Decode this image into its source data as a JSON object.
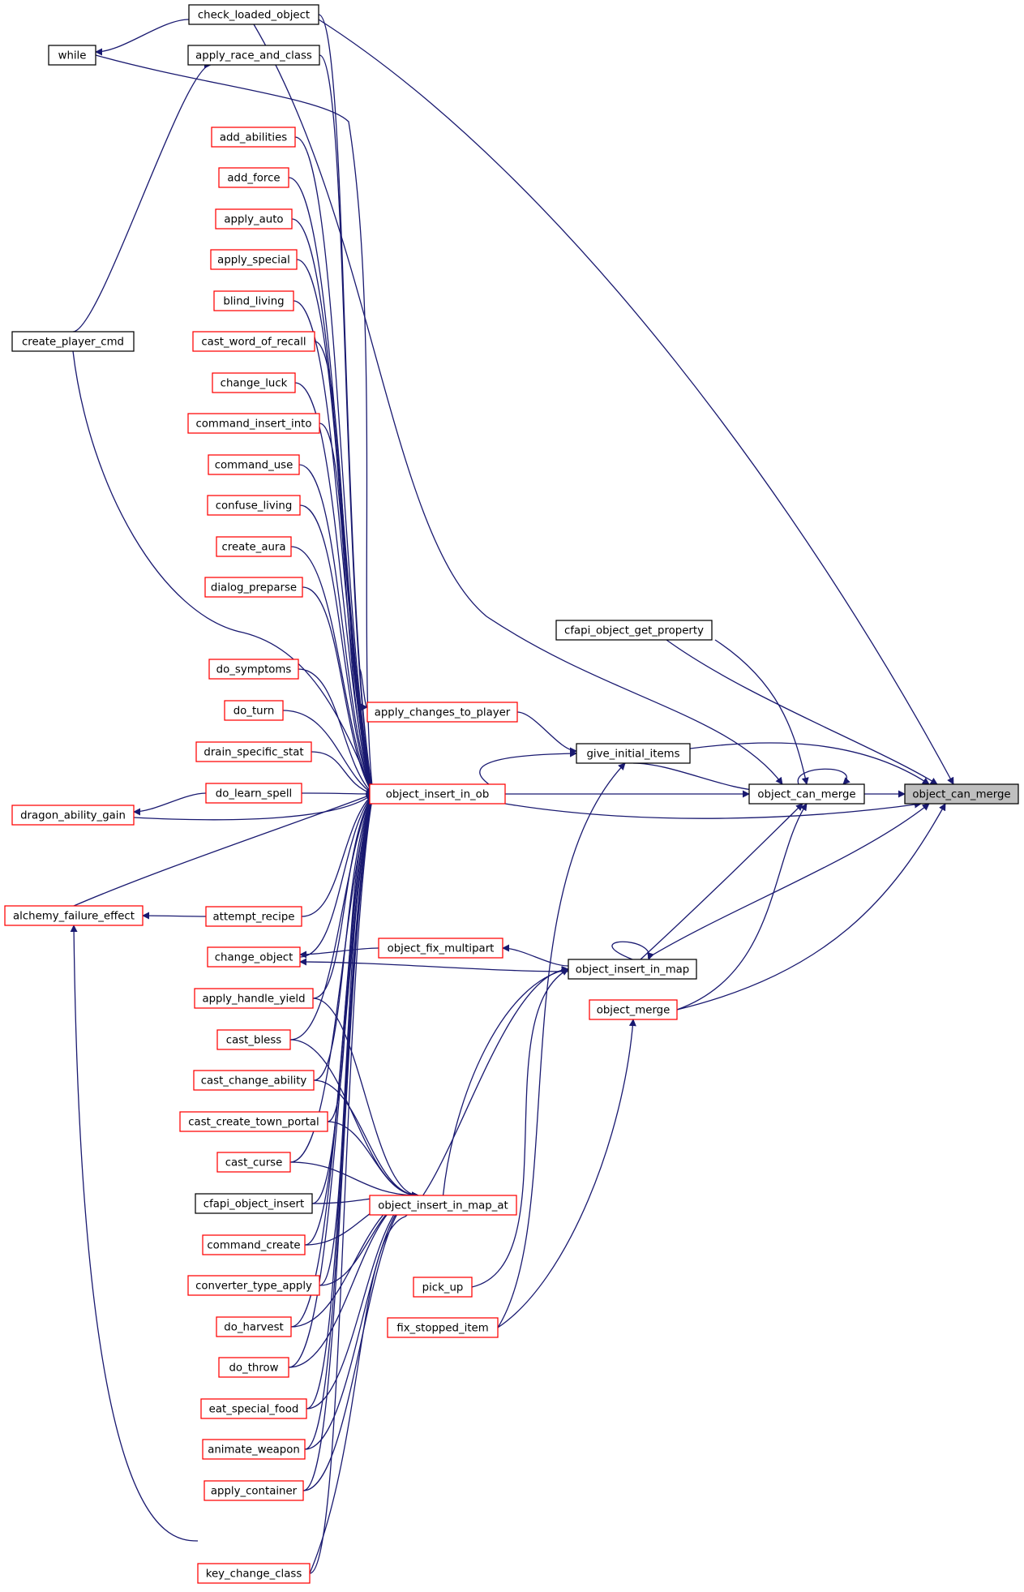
{
  "graph": {
    "focus_node": "object_can_merge",
    "colors": {
      "edge": "#191970",
      "border_normal": "#000000",
      "border_truncated": "#ff0000",
      "focus_fill": "#bfbfbf",
      "background": "#ffffff"
    },
    "nodes": {
      "check_loaded_object": "check_loaded_object",
      "while": "while",
      "apply_race_and_class": "apply_race_and_class",
      "add_abilities": "add_abilities",
      "add_force": "add_force",
      "apply_auto": "apply_auto",
      "apply_special": "apply_special",
      "blind_living": "blind_living",
      "create_player_cmd": "create_player_cmd",
      "cast_word_of_recall": "cast_word_of_recall",
      "change_luck": "change_luck",
      "command_insert_into": "command_insert_into",
      "command_use": "command_use",
      "confuse_living": "confuse_living",
      "create_aura": "create_aura",
      "dialog_preparse": "dialog_preparse",
      "cfapi_object_get_property": "cfapi_object_get_property",
      "do_symptoms": "do_symptoms",
      "apply_changes_to_player": "apply_changes_to_player",
      "do_turn": "do_turn",
      "give_initial_items": "give_initial_items",
      "drain_specific_stat": "drain_specific_stat",
      "do_learn_spell": "do_learn_spell",
      "object_insert_in_ob": "object_insert_in_ob",
      "object_can_merge_mid": "object_can_merge",
      "object_can_merge_focus": "object_can_merge",
      "dragon_ability_gain": "dragon_ability_gain",
      "alchemy_failure_effect": "alchemy_failure_effect",
      "attempt_recipe": "attempt_recipe",
      "object_fix_multipart": "object_fix_multipart",
      "change_object": "change_object",
      "object_insert_in_map": "object_insert_in_map",
      "apply_handle_yield": "apply_handle_yield",
      "object_merge": "object_merge",
      "cast_bless": "cast_bless",
      "cast_change_ability": "cast_change_ability",
      "cast_create_town_portal": "cast_create_town_portal",
      "cast_curse": "cast_curse",
      "cfapi_object_insert": "cfapi_object_insert",
      "object_insert_in_map_at": "object_insert_in_map_at",
      "command_create": "command_create",
      "converter_type_apply": "converter_type_apply",
      "pick_up": "pick_up",
      "do_harvest": "do_harvest",
      "fix_stopped_item": "fix_stopped_item",
      "do_throw": "do_throw",
      "eat_special_food": "eat_special_food",
      "animate_weapon": "animate_weapon",
      "apply_container": "apply_container",
      "key_change_class": "key_change_class"
    }
  }
}
